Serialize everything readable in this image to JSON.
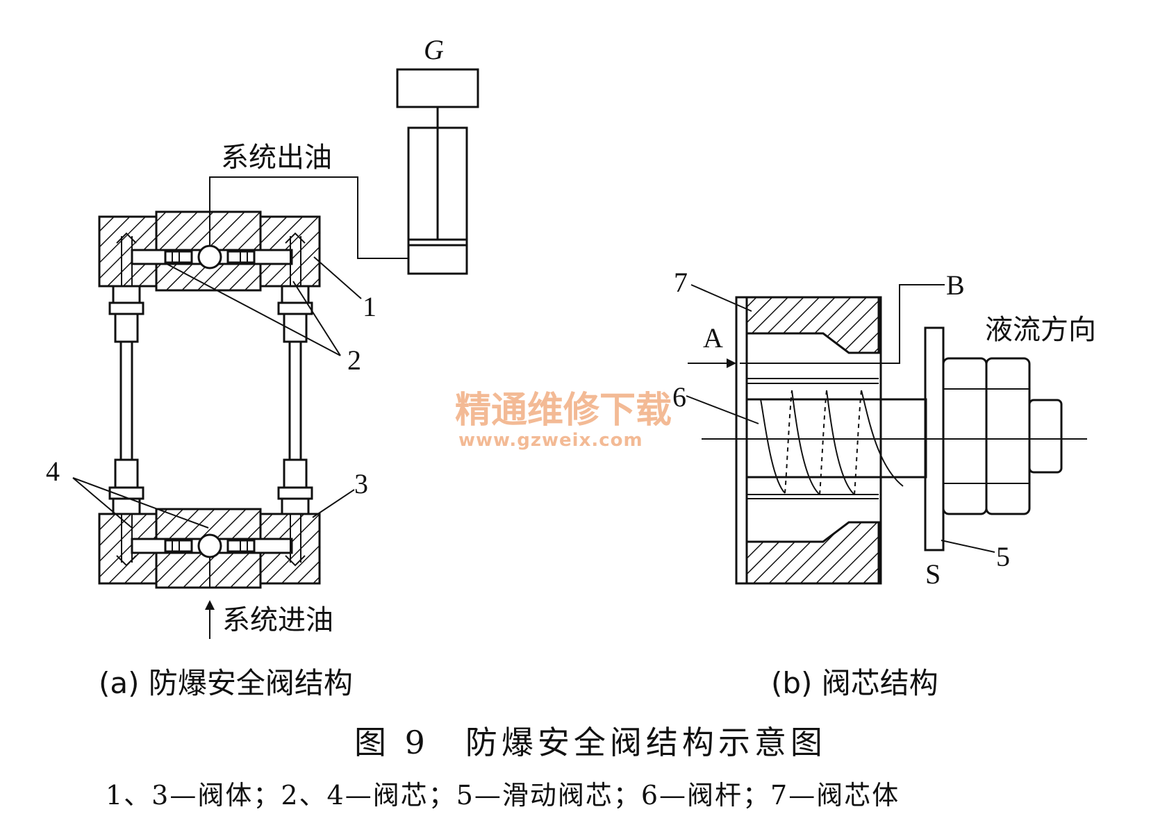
{
  "diagram": {
    "labels_a": {
      "g": "G",
      "outlet": "系统出油",
      "inlet": "系统进油",
      "n1": "1",
      "n2": "2",
      "n3": "3",
      "n4": "4"
    },
    "labels_b": {
      "n7": "7",
      "a": "A",
      "b": "B",
      "n6": "6",
      "flow": "液流方向",
      "n5": "5",
      "s": "S"
    },
    "subcaption_a": "(a) 防爆安全阀结构",
    "subcaption_b": "(b) 阀芯结构",
    "figure_title": "图 9　防爆安全阀结构示意图",
    "legend": "1、3—阀体；2、4—阀芯；5—滑动阀芯；6—阀杆；7—阀芯体",
    "watermark": {
      "name": "精通维修下载",
      "url": "www.gzweix.com"
    }
  }
}
